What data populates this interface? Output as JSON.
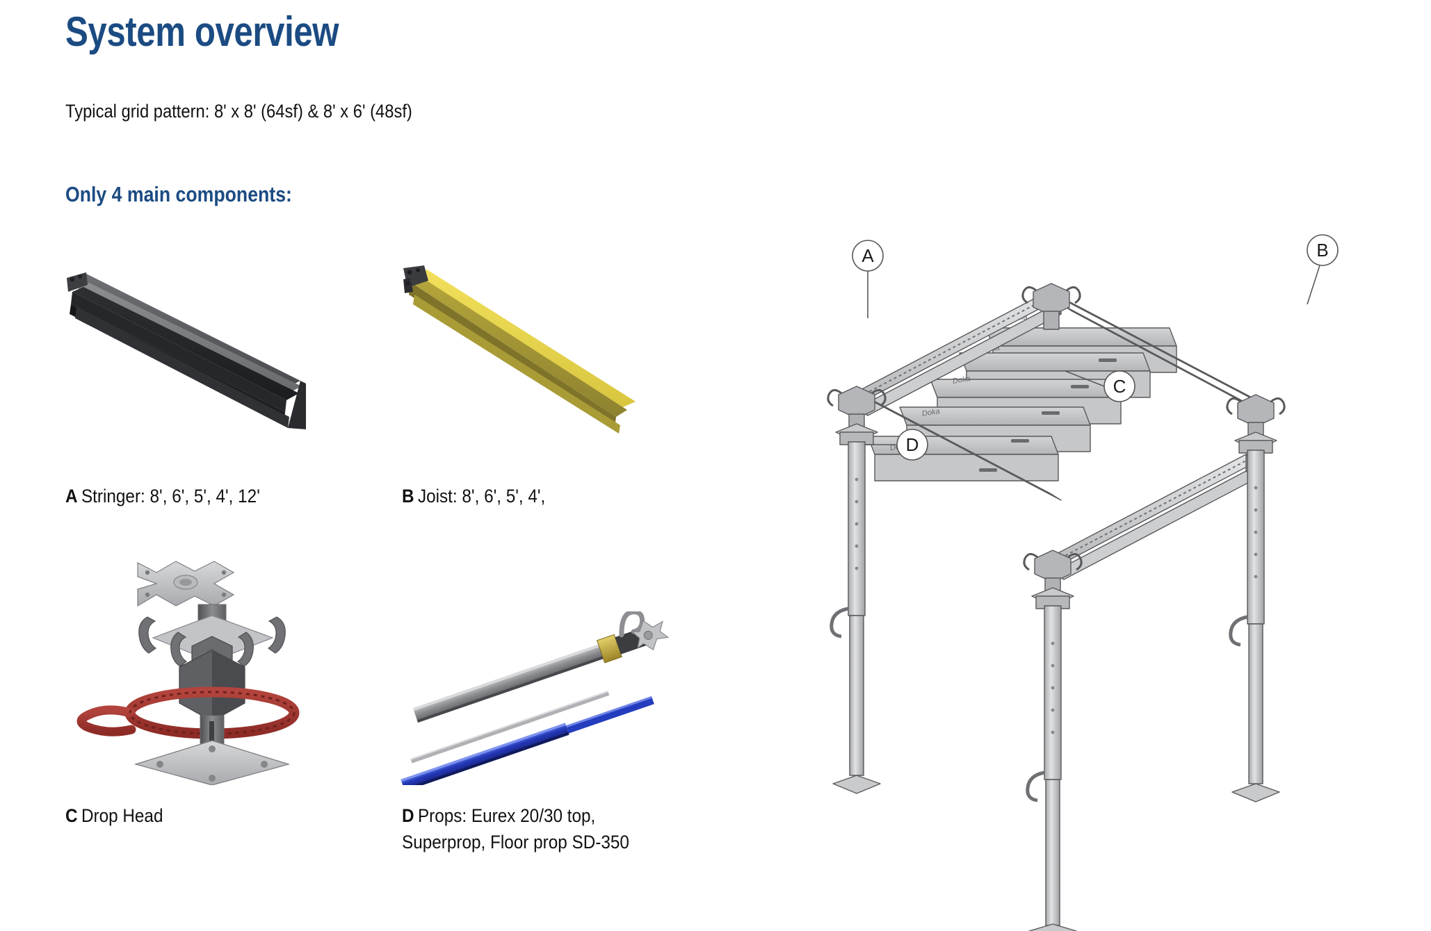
{
  "header": {
    "title": "System overview",
    "subtitle": "Typical grid pattern: 8' x 8' (64sf) & 8' x 6' (48sf)",
    "section_heading": "Only 4 main components:"
  },
  "colors": {
    "title_blue": "#1b4b82",
    "body_text": "#111111",
    "stringer_dark": "#3a3a3c",
    "joist_yellow": "#d8c64a",
    "drophead_red": "#a6332e",
    "prop_blue": "#2b49c8",
    "prop_gray": "#9a9a9c",
    "assembly_line": "#58595b",
    "assembly_fill": "#c9cacb"
  },
  "components": [
    {
      "key": "A",
      "name": "Stringer",
      "caption": "Stringer: 8', 6', 5', 4', 12'",
      "sizes": "8', 6', 5', 4', 12'",
      "art": "stringer-beam"
    },
    {
      "key": "B",
      "name": "Joist",
      "caption": "Joist: 8', 6', 5', 4',",
      "sizes": "8', 6', 5', 4',",
      "art": "joist-beam"
    },
    {
      "key": "C",
      "name": "Drop Head",
      "caption": "Drop Head",
      "sizes": "",
      "art": "drop-head"
    },
    {
      "key": "D",
      "name": "Props",
      "caption": "Props: Eurex 20/30 top, Superprop, Floor prop SD-350",
      "caption_line1": "Props: Eurex 20/30 top,",
      "caption_line2": "Superprop, Floor prop SD-350",
      "sizes": "",
      "art": "props"
    }
  ],
  "assembly": {
    "description": "Isometric table-form shoring assembly with stringers, joists, drop heads and props",
    "brand_mark": "Doka",
    "callouts": [
      {
        "label": "A",
        "target": "stringer"
      },
      {
        "label": "B",
        "target": "joist"
      },
      {
        "label": "C",
        "target": "drop-head"
      },
      {
        "label": "D",
        "target": "prop"
      }
    ]
  }
}
